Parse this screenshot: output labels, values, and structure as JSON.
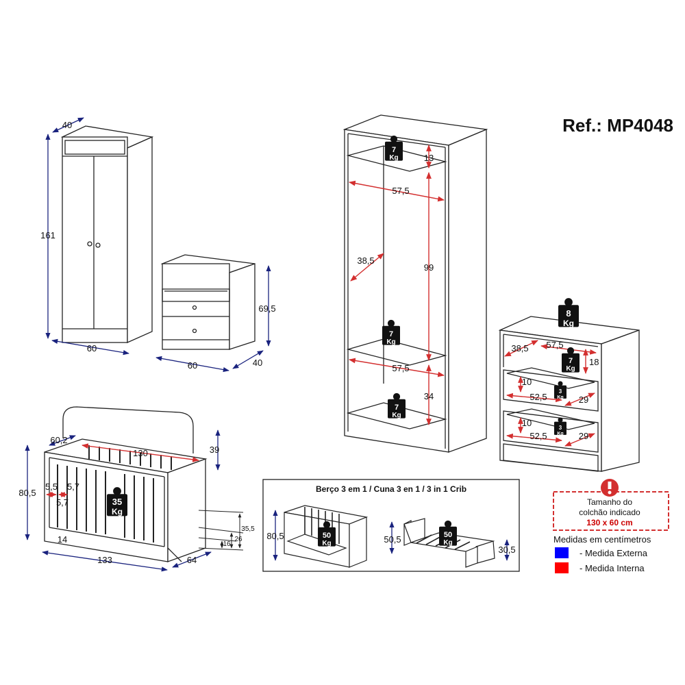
{
  "reference": "Ref.: MP4048",
  "colors": {
    "external": "#1a237e",
    "internal": "#d32f2f",
    "legend_blue": "#0000ff",
    "legend_red": "#ff0000"
  },
  "wardrobe_small": {
    "depth": "40",
    "height": "161",
    "width": "60"
  },
  "nightstand": {
    "height": "69,5",
    "width": "60",
    "depth": "40"
  },
  "wardrobe_inner": {
    "top_niche": "13",
    "width_top": "57,5",
    "depth": "38,5",
    "hang_height": "99",
    "width_mid": "57,5",
    "bottom_niche": "34"
  },
  "dresser_inner": {
    "depth": "38,5",
    "width_top": "57,5",
    "top_niche": "18",
    "drawer_h1": "10",
    "drawer_w1": "52,5",
    "drawer_d1": "29",
    "drawer_h2": "10",
    "drawer_w2": "52,5",
    "drawer_d2": "29"
  },
  "weights": {
    "wardrobe_top": [
      "7",
      "Kg"
    ],
    "wardrobe_mid": [
      "7",
      "Kg"
    ],
    "wardrobe_bottom": [
      "7",
      "Kg"
    ],
    "dresser_top": [
      "8",
      "Kg"
    ],
    "dresser_niche": [
      "7",
      "Kg"
    ],
    "drawer1": [
      "3",
      "Kg"
    ],
    "drawer2": [
      "3",
      "Kg"
    ],
    "crib": [
      "35",
      "Kg"
    ],
    "crib_mode": [
      "50",
      "Kg"
    ],
    "bed_mode": [
      "50",
      "Kg"
    ]
  },
  "crib": {
    "inner_depth": "60,2",
    "inner_length": "130",
    "headboard": "39",
    "height": "80,5",
    "gap_a": "5,5",
    "gap_b": "5,7",
    "gap_c": "5,7",
    "base": "14",
    "length": "133",
    "depth": "64",
    "h1": "35,5",
    "h2": "26",
    "h3": "16"
  },
  "conversion_box": {
    "title": "Berço 3 em 1 / Cuna 3 en 1 / 3 in 1 Crib",
    "crib_height": "80,5",
    "bed_height": "50,5",
    "bed_foot": "30,5"
  },
  "mattress_notice": {
    "line1": "Tamanho do",
    "line2": "colchão indicado",
    "line3": "130 x 60 cm"
  },
  "legend": {
    "title": "Medidas em centímetros",
    "external": "- Medida Externa",
    "internal": "- Medida Interna"
  }
}
